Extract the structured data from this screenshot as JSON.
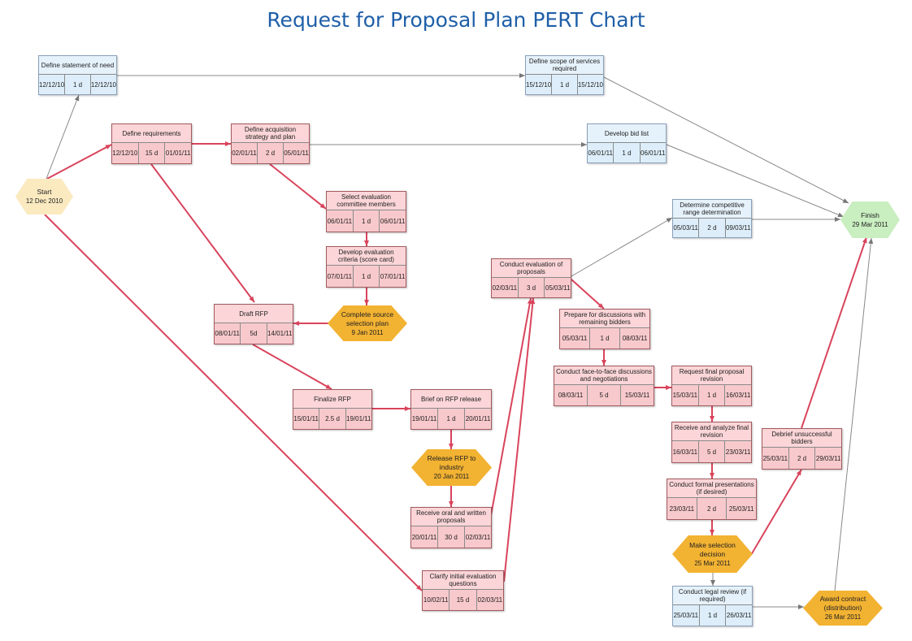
{
  "title": "Request for Proposal Plan PERT Chart",
  "colors": {
    "critical_fill": "#f8c9cc",
    "normal_fill": "#ddeefa",
    "critical_line": "#d9445c",
    "normal_line": "#888888",
    "milestone": "#f2b232",
    "title": "#1f5fa8"
  },
  "milestones": {
    "start": {
      "label": "Start",
      "date": "12 Dec 2010"
    },
    "finish": {
      "label": "Finish",
      "date": "29 Mar 2011"
    },
    "selection_plan": {
      "label": "Complete source selection plan",
      "date": "9 Jan 2011"
    },
    "release_rfp": {
      "label": "Release RFP to industry",
      "date": "20 Jan 2011"
    },
    "selection_decision": {
      "label": "Make selection decision",
      "date": "25 Mar 2011"
    },
    "award_contract": {
      "label": "Award contract (distribution)",
      "date": "26 Mar 2011"
    }
  },
  "tasks": {
    "statement_of_need": {
      "name": "Define statement of need",
      "start": "12/12/10",
      "duration": "1 d",
      "end": "12/12/10"
    },
    "scope_of_services": {
      "name": "Define scope of services required",
      "start": "15/12/10",
      "duration": "1 d",
      "end": "15/12/10"
    },
    "define_requirements": {
      "name": "Define requirements",
      "start": "12/12/10",
      "duration": "15 d",
      "end": "01/01/11"
    },
    "acquisition_strategy": {
      "name": "Define acquisition strategy and plan",
      "start": "02/01/11",
      "duration": "2 d",
      "end": "05/01/11"
    },
    "bid_list": {
      "name": "Develop bid list",
      "start": "06/01/11",
      "duration": "1 d",
      "end": "06/01/11"
    },
    "select_committee": {
      "name": "Select evaluation committee members",
      "start": "06/01/11",
      "duration": "1 d",
      "end": "06/01/11"
    },
    "evaluation_criteria": {
      "name": "Develop evaluation criteria (score card)",
      "start": "07/01/11",
      "duration": "1 d",
      "end": "07/01/11"
    },
    "draft_rfp": {
      "name": "Draft RFP",
      "start": "08/01/11",
      "duration": "5d",
      "end": "14/01/11"
    },
    "finalize_rfp": {
      "name": "Finalize RFP",
      "start": "15/01/11",
      "duration": "2.5 d",
      "end": "19/01/11"
    },
    "brief_rfp": {
      "name": "Brief on RFP release",
      "start": "19/01/11",
      "duration": "1 d",
      "end": "20/01/11"
    },
    "receive_proposals": {
      "name": "Receive oral and written proposals",
      "start": "20/01/11",
      "duration": "30 d",
      "end": "02/03/11"
    },
    "clarify_questions": {
      "name": "Clarify initial evaluation questions",
      "start": "10/02/11",
      "duration": "15 d",
      "end": "02/03/11"
    },
    "conduct_evaluation": {
      "name": "Conduct evaluation of proposals",
      "start": "02/03/11",
      "duration": "3 d",
      "end": "05/03/11"
    },
    "competitive_range": {
      "name": "Determine competitive range determination",
      "start": "05/03/11",
      "duration": "2 d",
      "end": "09/03/11"
    },
    "prepare_discussions": {
      "name": "Prepare for discussions with remaining bidders",
      "start": "05/03/11",
      "duration": "1 d",
      "end": "08/03/11"
    },
    "face_to_face": {
      "name": "Conduct face-to-face discussions and negotiations",
      "start": "08/03/11",
      "duration": "5 d",
      "end": "15/03/11"
    },
    "final_revision": {
      "name": "Request final proposal revision",
      "start": "15/03/11",
      "duration": "1 d",
      "end": "16/03/11"
    },
    "analyze_revision": {
      "name": "Receive and analyze final revision",
      "start": "16/03/11",
      "duration": "5 d",
      "end": "23/03/11"
    },
    "formal_presentations": {
      "name": "Conduct formal presentations (if desired)",
      "start": "23/03/11",
      "duration": "2 d",
      "end": "25/03/11"
    },
    "legal_review": {
      "name": "Conduct legal review (if required)",
      "start": "25/03/11",
      "duration": "1 d",
      "end": "26/03/11"
    },
    "debrief": {
      "name": "Debrief unsuccessful bidders",
      "start": "25/03/11",
      "duration": "2 d",
      "end": "29/03/11"
    }
  }
}
